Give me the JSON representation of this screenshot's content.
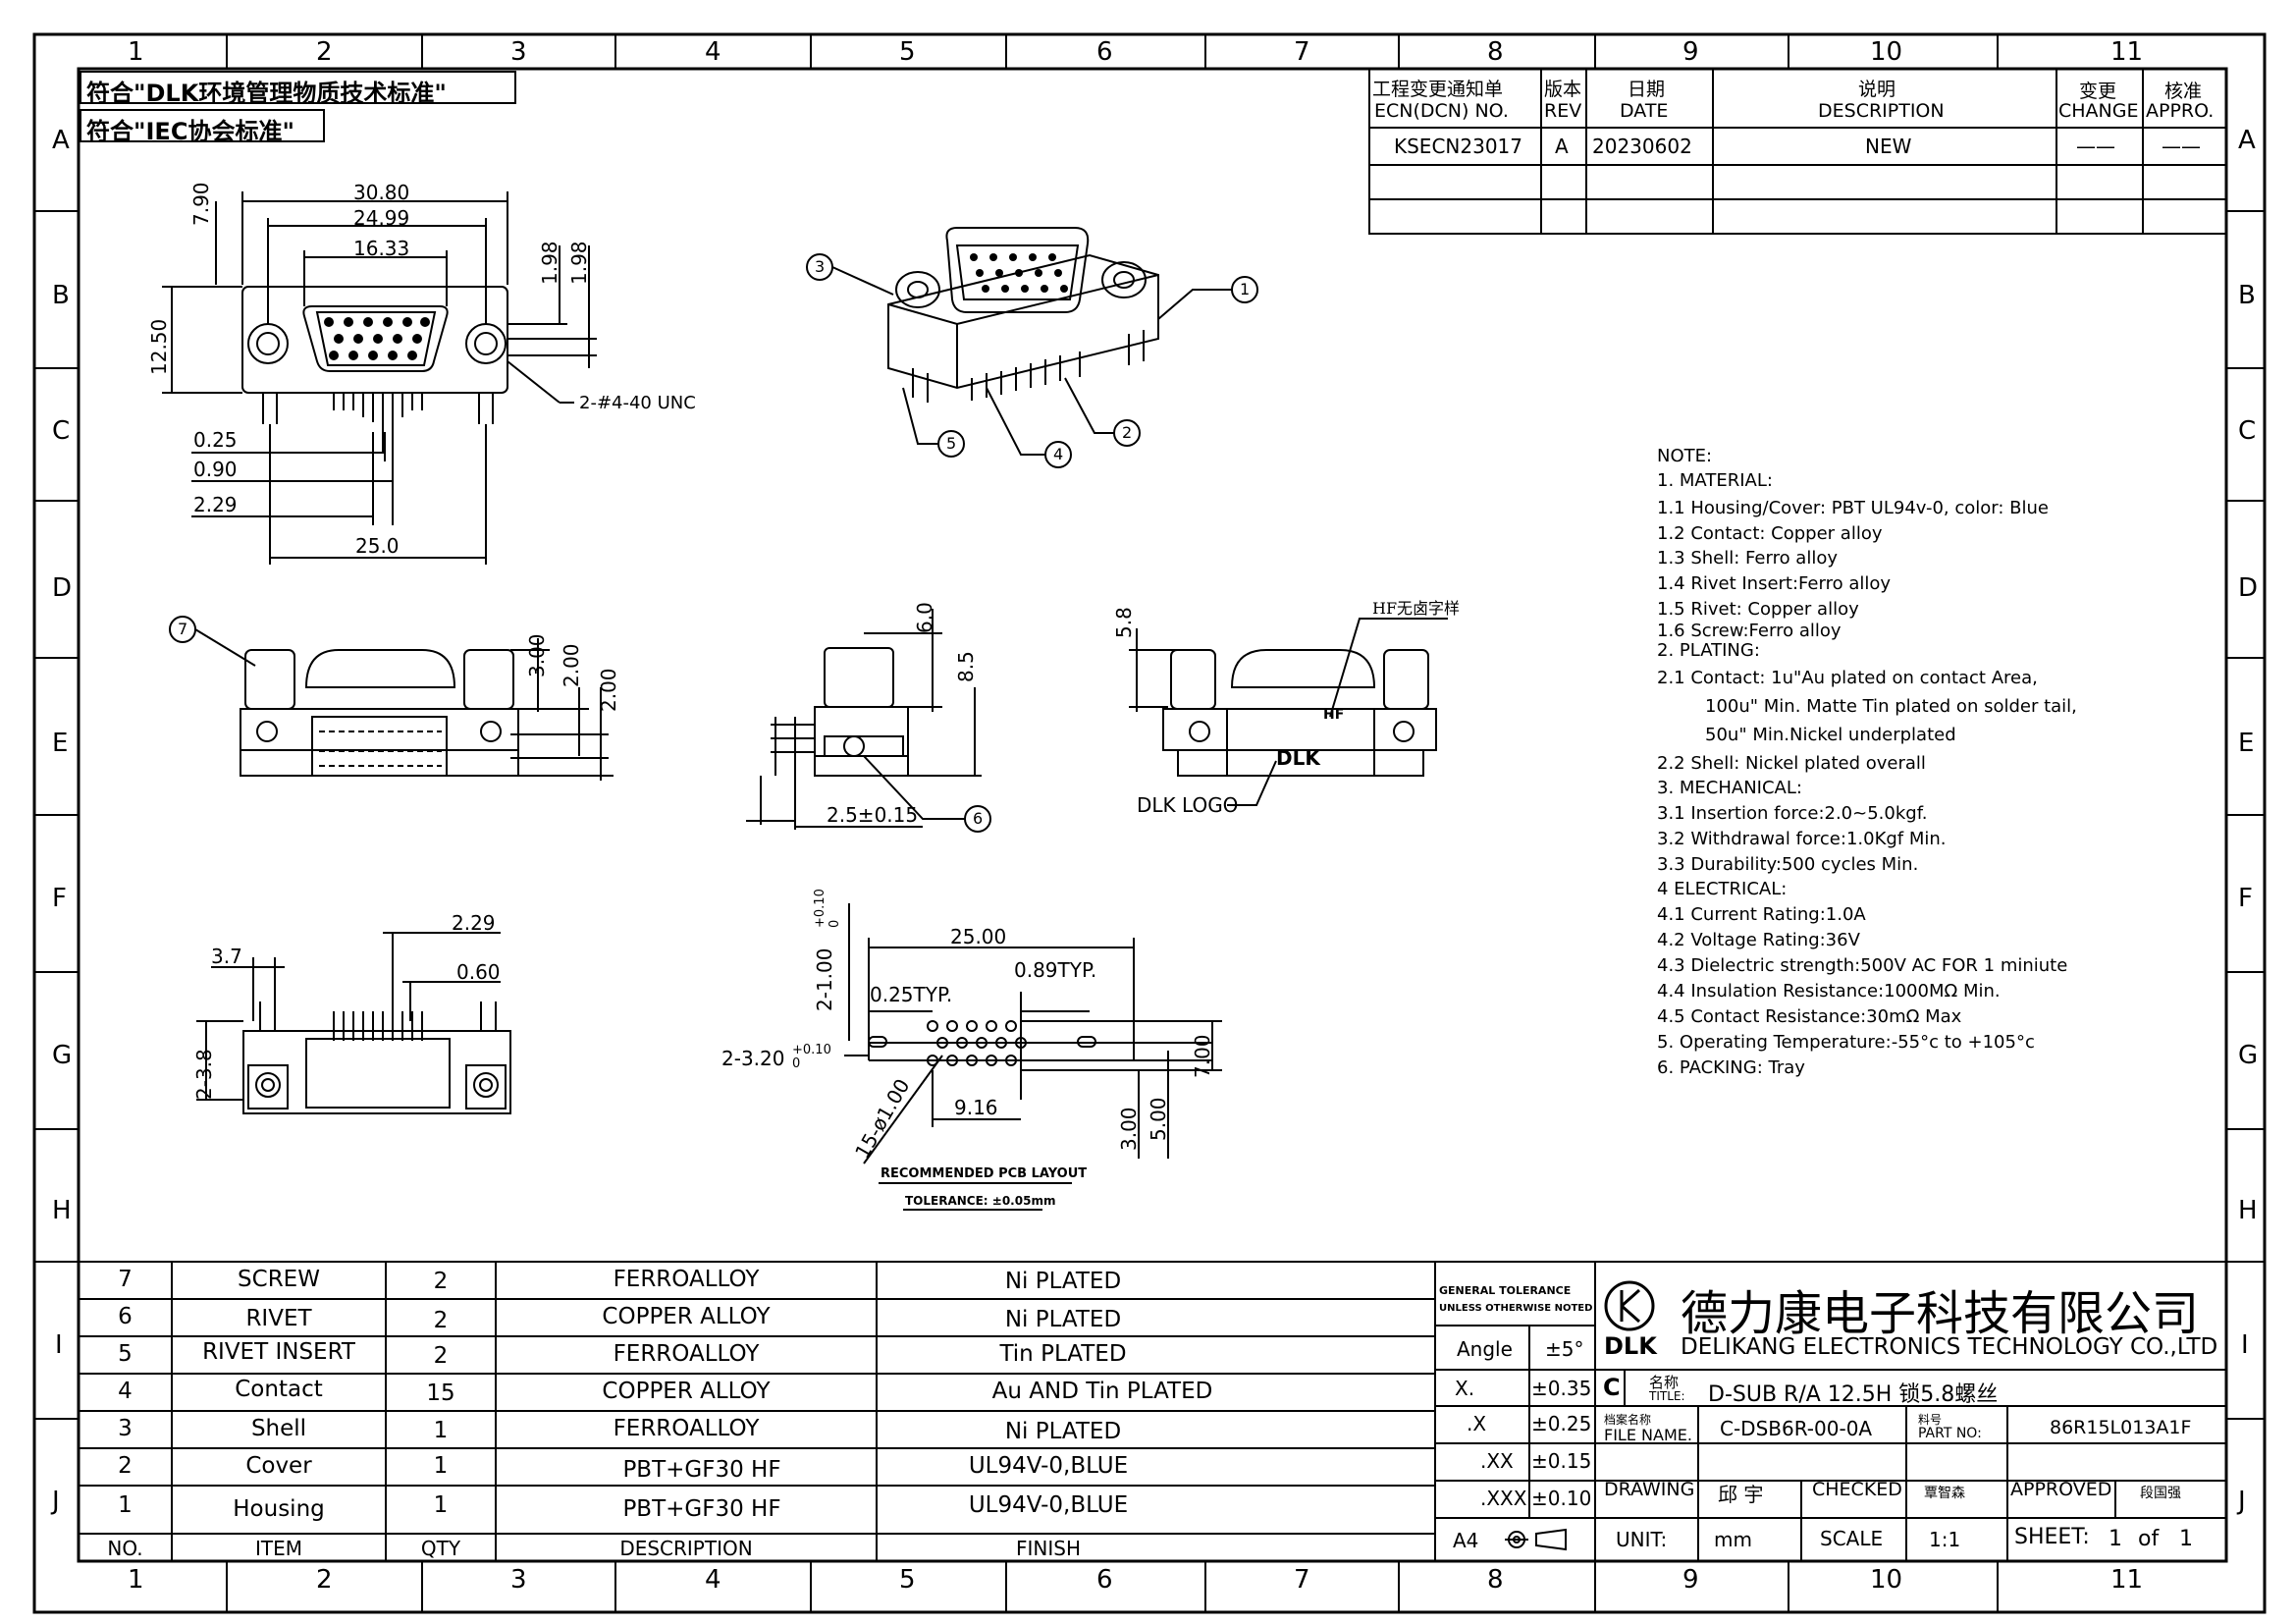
{
  "frame": {
    "columns": [
      "1",
      "2",
      "3",
      "4",
      "5",
      "6",
      "7",
      "8",
      "9",
      "10",
      "11"
    ],
    "rows": [
      "A",
      "B",
      "C",
      "D",
      "E",
      "F",
      "G",
      "H",
      "I",
      "J"
    ]
  },
  "compliance": {
    "line1": "符合\"DLK环境管理物质技术标准\"",
    "line2": "符合\"IEC协会标准\""
  },
  "revision_block": {
    "headers": {
      "ecn_cn": "工程变更通知单",
      "ecn_en": "ECN(DCN) NO.",
      "rev_cn": "版本",
      "rev_en": "REV",
      "date_cn": "日期",
      "date_en": "DATE",
      "desc_cn": "说明",
      "desc_en": "DESCRIPTION",
      "change_cn": "变更",
      "change_en": "CHANGE",
      "appro_cn": "核准",
      "appro_en": "APPRO."
    },
    "row": {
      "ecn": "KSECN23017",
      "rev": "A",
      "date": "20230602",
      "description": "NEW",
      "change": "——",
      "appro": "——"
    }
  },
  "dimensions": {
    "top_view": [
      "30.80",
      "24.99",
      "16.33",
      "7.90",
      "1.98",
      "1.98",
      "12.50",
      "2-#4-40 UNC",
      "0.25",
      "0.90",
      "2.29",
      "25.0"
    ],
    "front_view": [
      "3.00",
      "2.00",
      "2.00"
    ],
    "side_view": [
      "6.0",
      "8.5",
      "2.5±0.15"
    ],
    "rear_view": [
      "5.8",
      "HF无卤字样",
      "DLK LOGO",
      "HF",
      "DLK"
    ],
    "bottom_view": [
      "2.29",
      "3.7",
      "0.60",
      "2-3.8"
    ],
    "pcb_layout": [
      "2-1.00",
      "+0.10",
      "0",
      "25.00",
      "0.89TYP.",
      "0.25TYP.",
      "2-3.20",
      "+0.10",
      "0",
      "7.00",
      "9.16",
      "15-ø1.00",
      "3.00",
      "5.00"
    ],
    "pcb_caption": "RECOMMENDED PCB LAYOUT",
    "pcb_tolerance": "TOLERANCE: ±0.05mm"
  },
  "balloons": [
    "1",
    "2",
    "3",
    "4",
    "5",
    "6",
    "7"
  ],
  "notes": [
    "NOTE:",
    "1.  MATERIAL:",
    "1.1  Housing/Cover: PBT UL94v-0, color: Blue",
    "1.2  Contact: Copper alloy",
    "1.3  Shell: Ferro alloy",
    "1.4  Rivet Insert:Ferro alloy",
    "1.5  Rivet: Copper alloy",
    "1.6  Screw:Ferro alloy",
    "2.  PLATING:",
    "2.1  Contact: 1u\"Au plated on contact Area,",
    "100u\" Min. Matte Tin plated on solder tail,",
    "50u\" Min.Nickel underplated",
    "2.2  Shell: Nickel plated overall",
    "3.    MECHANICAL:",
    "3.1  Insertion force:2.0~5.0kgf.",
    "3.2  Withdrawal force:1.0Kgf Min.",
    "3.3  Durability:500 cycles Min.",
    "4    ELECTRICAL:",
    "4.1  Current Rating:1.0A",
    "4.2  Voltage Rating:36V",
    "4.3  Dielectric strength:500V AC FOR 1 miniute",
    "4.4  Insulation Resistance:1000MΩ Min.",
    "4.5  Contact Resistance:30mΩ Max",
    "5.  Operating Temperature:-55°c to +105°c",
    "6.  PACKING: Tray"
  ],
  "bom": {
    "headers": {
      "no": "NO.",
      "item": "ITEM",
      "qty": "QTY",
      "description": "DESCRIPTION",
      "finish": "FINISH"
    },
    "rows": [
      {
        "no": "7",
        "item": "SCREW",
        "qty": "2",
        "description": "FERROALLOY",
        "finish": "Ni PLATED"
      },
      {
        "no": "6",
        "item": "RIVET",
        "qty": "2",
        "description": "COPPER ALLOY",
        "finish": "Ni PLATED"
      },
      {
        "no": "5",
        "item": "RIVET INSERT",
        "qty": "2",
        "description": "FERROALLOY",
        "finish": "Tin PLATED"
      },
      {
        "no": "4",
        "item": "Contact",
        "qty": "15",
        "description": "COPPER ALLOY",
        "finish": "Au AND Tin PLATED"
      },
      {
        "no": "3",
        "item": "Shell",
        "qty": "1",
        "description": "FERROALLOY",
        "finish": "Ni PLATED"
      },
      {
        "no": "2",
        "item": "Cover",
        "qty": "1",
        "description": "PBT+GF30    HF",
        "finish": "UL94V-0,BLUE"
      },
      {
        "no": "1",
        "item": "Housing",
        "qty": "1",
        "description": "PBT+GF30    HF",
        "finish": "UL94V-0,BLUE"
      }
    ]
  },
  "tolerance_block": {
    "header1": "GENERAL TOLERANCE",
    "header2": "UNLESS OTHERWISE NOTED",
    "rows": [
      {
        "label": "Angle",
        "value": "±5°"
      },
      {
        "label": "X.",
        "value": "±0.35"
      },
      {
        "label": ".X",
        "value": "±0.25"
      },
      {
        "label": ".XX",
        "value": "±0.15"
      },
      {
        "label": ".XXX",
        "value": "±0.10"
      }
    ],
    "paper": "A4"
  },
  "title_block": {
    "company_cn": "德力康电子科技有限公司",
    "logo_text": "DLK",
    "company_en": "DELIKANG ELECTRONICS TECHNOLOGY CO.,LTD",
    "rev_letter": "C",
    "title_label_cn": "名称",
    "title_label_en": "TITLE:",
    "title": "D-SUB R/A 12.5H 锁5.8螺丝",
    "file_label_cn": "档案名称",
    "file_label_en": "FILE NAME.",
    "file_name": "C-DSB6R-00-0A",
    "part_label_cn": "料号",
    "part_label_en": "PART NO:",
    "part_no": "86R15L013A1F",
    "drawing_label": "DRAWING",
    "drawing_by": "邱 宇",
    "checked_label": "CHECKED",
    "checked_by": "覃智森",
    "approved_label": "APPROVED",
    "approved_by": "段国强",
    "unit_label": "UNIT:",
    "unit": "mm",
    "scale_label": "SCALE",
    "scale": "1:1",
    "sheet_label": "SHEET:",
    "sheet_no": "1",
    "sheet_of": "of",
    "sheet_total": "1"
  }
}
